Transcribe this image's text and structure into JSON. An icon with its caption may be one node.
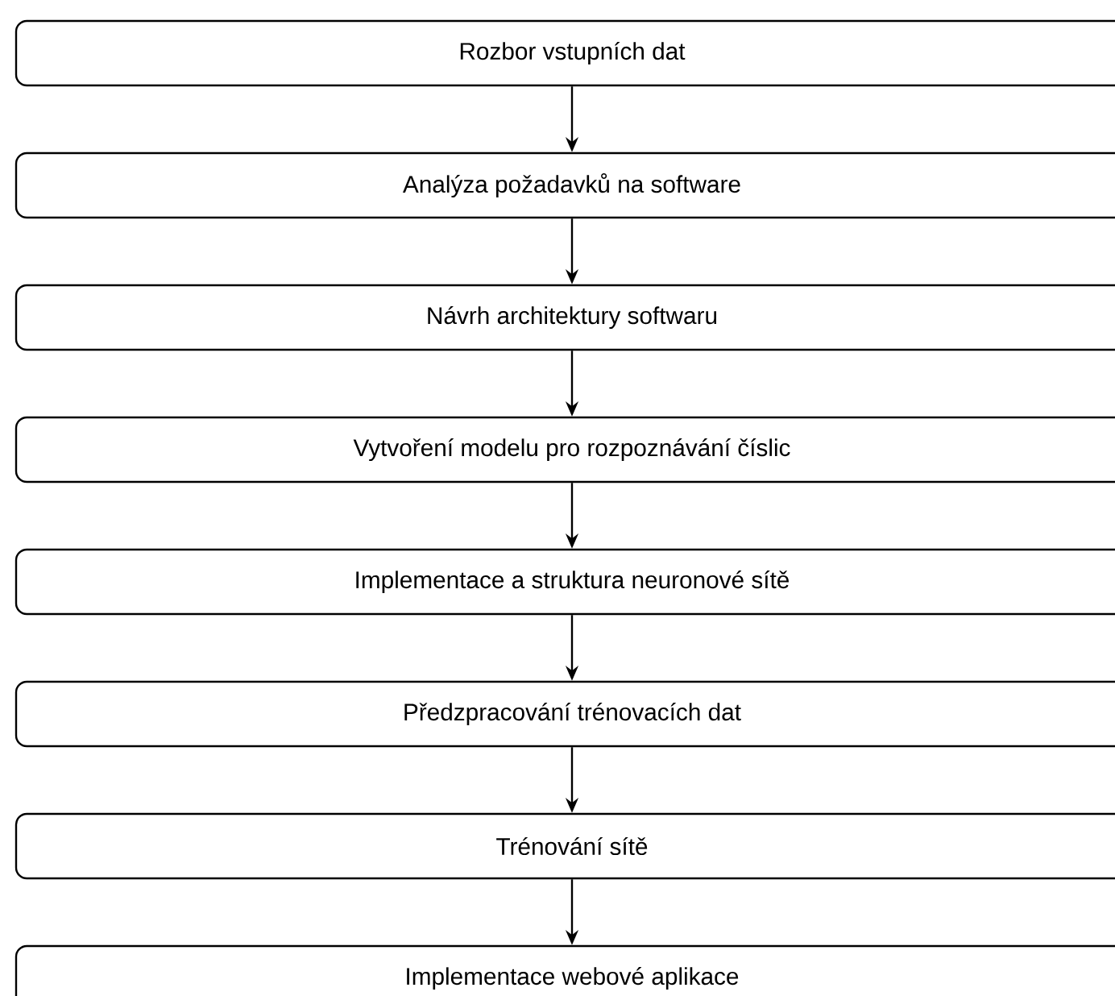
{
  "diagram": {
    "nodes": [
      {
        "text": [
          "Rozbor vstupních dat"
        ]
      },
      {
        "text": [
          "Analýza požadavků na software"
        ]
      },
      {
        "text": [
          "Návrh architektury softwaru"
        ]
      },
      {
        "text": [
          "Vytvoření modelu pro rozpoznávání číslic"
        ]
      },
      {
        "text": [
          "Implementace a struktura neuronové sítě"
        ]
      },
      {
        "text": [
          "Předzpracování trénovacích dat"
        ]
      },
      {
        "text": [
          "Trénování sítě"
        ]
      },
      {
        "text": [
          "Implementace webové aplikace"
        ]
      }
    ],
    "edges": [
      {
        "from": 0,
        "to": 1,
        "arrow": "to"
      },
      {
        "from": 1,
        "to": 2,
        "arrow": "to"
      },
      {
        "from": 2,
        "to": 3,
        "arrow": "to"
      },
      {
        "from": 3,
        "to": 4,
        "arrow": "to"
      },
      {
        "from": 4,
        "to": 5,
        "arrow": "to"
      },
      {
        "from": 5,
        "to": 6,
        "arrow": "to"
      },
      {
        "from": 6,
        "to": 7,
        "arrow": "to"
      }
    ]
  }
}
